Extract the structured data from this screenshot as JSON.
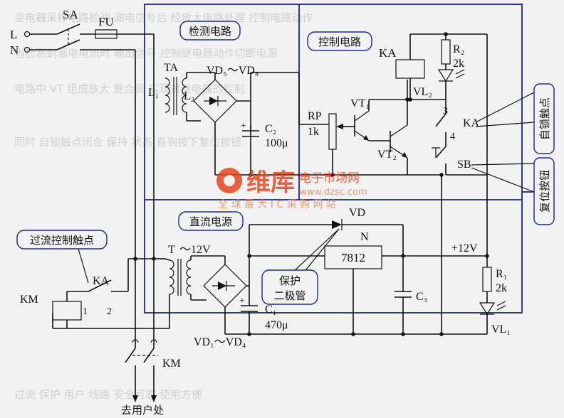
{
  "blocks": {
    "detect": "检测电路",
    "control": "控制电路",
    "dc_supply": "直流电源"
  },
  "callouts": {
    "self_lock": "自锁触点",
    "reset": "复位按钮",
    "overcurrent": "过流控制触点",
    "protect_line1": "保护",
    "protect_line2": "二极管",
    "to_user": "去用户处"
  },
  "terminals": {
    "L": "L",
    "N": "N"
  },
  "parts": {
    "SA": "SA",
    "FU": "FU",
    "TA": "TA",
    "L1": "L₁",
    "L2": "L₂",
    "VD5_8": "VD₅～VD₈",
    "C2": "C₂",
    "C2_val": "100μ",
    "RP": "RP",
    "RP_val": "1k",
    "VT1": "VT₁",
    "VT2": "VT₂",
    "KA_coil": "KA",
    "R2": "R₂",
    "R2_val": "2k",
    "VL2": "VL₂",
    "pin3": "3",
    "pin4": "4",
    "KA_contact": "KA",
    "SB": "SB",
    "T": "T",
    "T_val": "～12V",
    "VD": "VD",
    "N": "N",
    "reg": "7812",
    "plus12": "+12V",
    "R1": "R₁",
    "R1_val": "2k",
    "C3": "C₃",
    "C1": "C₁",
    "C1_val": "470μ",
    "VD1_4": "VD₁～VD₄",
    "VL1": "VL₁",
    "KM": "KM",
    "KA_oc": "KA",
    "pin1": "1",
    "pin2": "2",
    "KM_main": "KM"
  },
  "watermark": {
    "brand": "维库",
    "brand_sub": "电子市场网",
    "url": "www.dzsc.com",
    "slogan": "全 球 最 大 I C 采 购 网 站"
  },
  "colors": {
    "frame": "#1a2a8a",
    "watermark": "#e8451e",
    "watermark_sub": "#f08a5d"
  }
}
